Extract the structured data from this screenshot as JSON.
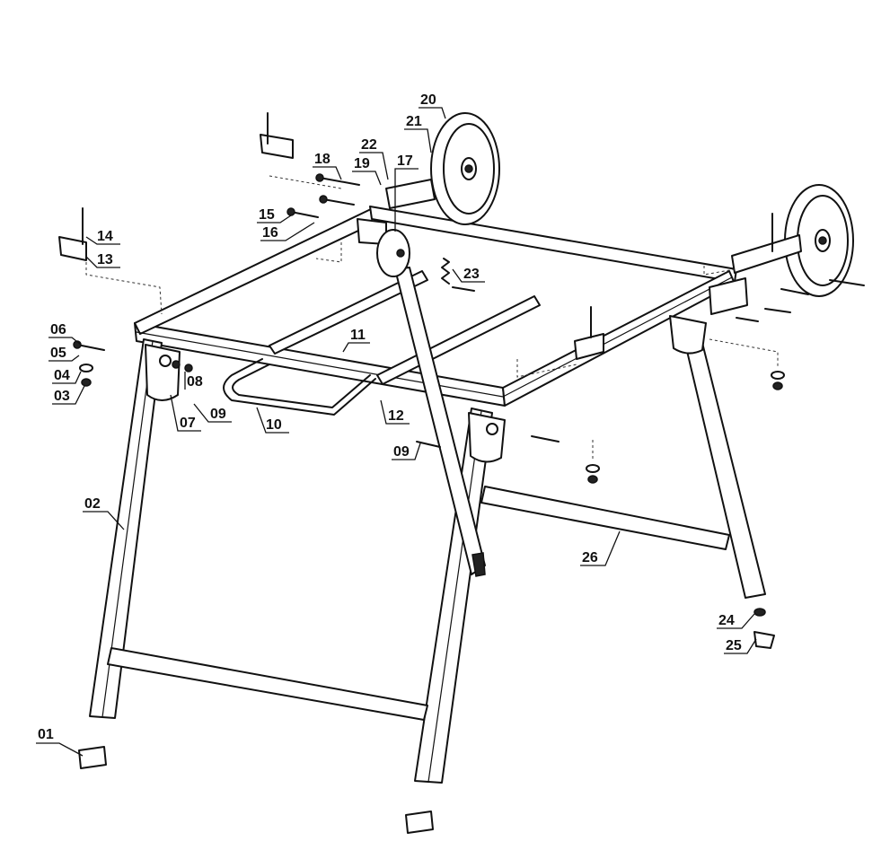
{
  "labels": [
    {
      "id": "01",
      "text": "01"
    },
    {
      "id": "02",
      "text": "02"
    },
    {
      "id": "03",
      "text": "03"
    },
    {
      "id": "04",
      "text": "04"
    },
    {
      "id": "05",
      "text": "05"
    },
    {
      "id": "06",
      "text": "06"
    },
    {
      "id": "07",
      "text": "07"
    },
    {
      "id": "08",
      "text": "08"
    },
    {
      "id": "09a",
      "text": "09"
    },
    {
      "id": "09b",
      "text": "09"
    },
    {
      "id": "10",
      "text": "10"
    },
    {
      "id": "11",
      "text": "11"
    },
    {
      "id": "12",
      "text": "12"
    },
    {
      "id": "13",
      "text": "13"
    },
    {
      "id": "14",
      "text": "14"
    },
    {
      "id": "15",
      "text": "15"
    },
    {
      "id": "16",
      "text": "16"
    },
    {
      "id": "17",
      "text": "17"
    },
    {
      "id": "18",
      "text": "18"
    },
    {
      "id": "19",
      "text": "19"
    },
    {
      "id": "20",
      "text": "20"
    },
    {
      "id": "21",
      "text": "21"
    },
    {
      "id": "22",
      "text": "22"
    },
    {
      "id": "23",
      "text": "23"
    },
    {
      "id": "24",
      "text": "24"
    },
    {
      "id": "25",
      "text": "25"
    },
    {
      "id": "26",
      "text": "26"
    }
  ]
}
